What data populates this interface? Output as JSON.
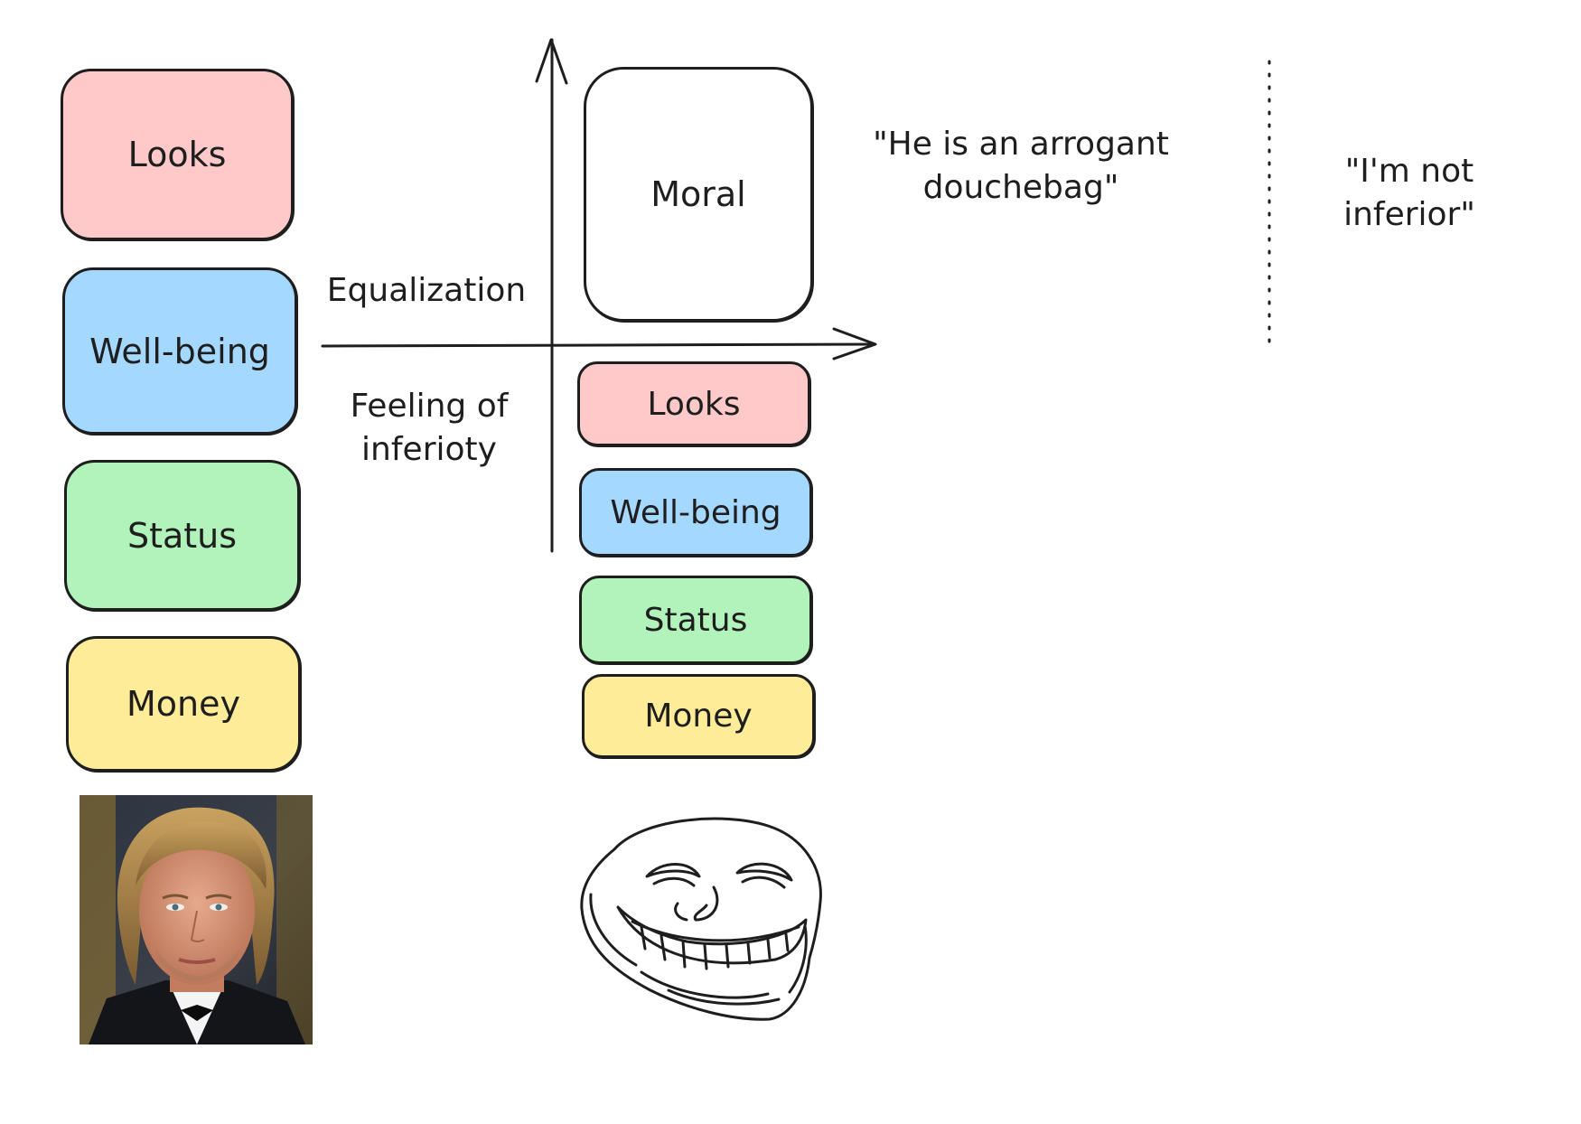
{
  "left_column": {
    "boxes": [
      {
        "label": "Looks",
        "color": "#ffc9c9"
      },
      {
        "label": "Well-being",
        "color": "#a5d8ff"
      },
      {
        "label": "Status",
        "color": "#b2f2bb"
      },
      {
        "label": "Money",
        "color": "#ffec99"
      }
    ]
  },
  "axis_labels": {
    "top": "Equalization",
    "bottom_line1": "Feeling of",
    "bottom_line2": "inferioty"
  },
  "right_column": {
    "top_box": {
      "label": "Moral"
    },
    "boxes": [
      {
        "label": "Looks",
        "color": "#ffc9c9"
      },
      {
        "label": "Well-being",
        "color": "#a5d8ff"
      },
      {
        "label": "Status",
        "color": "#b2f2bb"
      },
      {
        "label": "Money",
        "color": "#ffec99"
      }
    ]
  },
  "quotes": {
    "arrogant_line1": "\"He is an arrogant",
    "arrogant_line2": "douchebag\"",
    "inferior_line1": "\"I'm not",
    "inferior_line2": "inferior\""
  },
  "images": {
    "left": "portrait-photo",
    "right": "trollface-drawing"
  }
}
